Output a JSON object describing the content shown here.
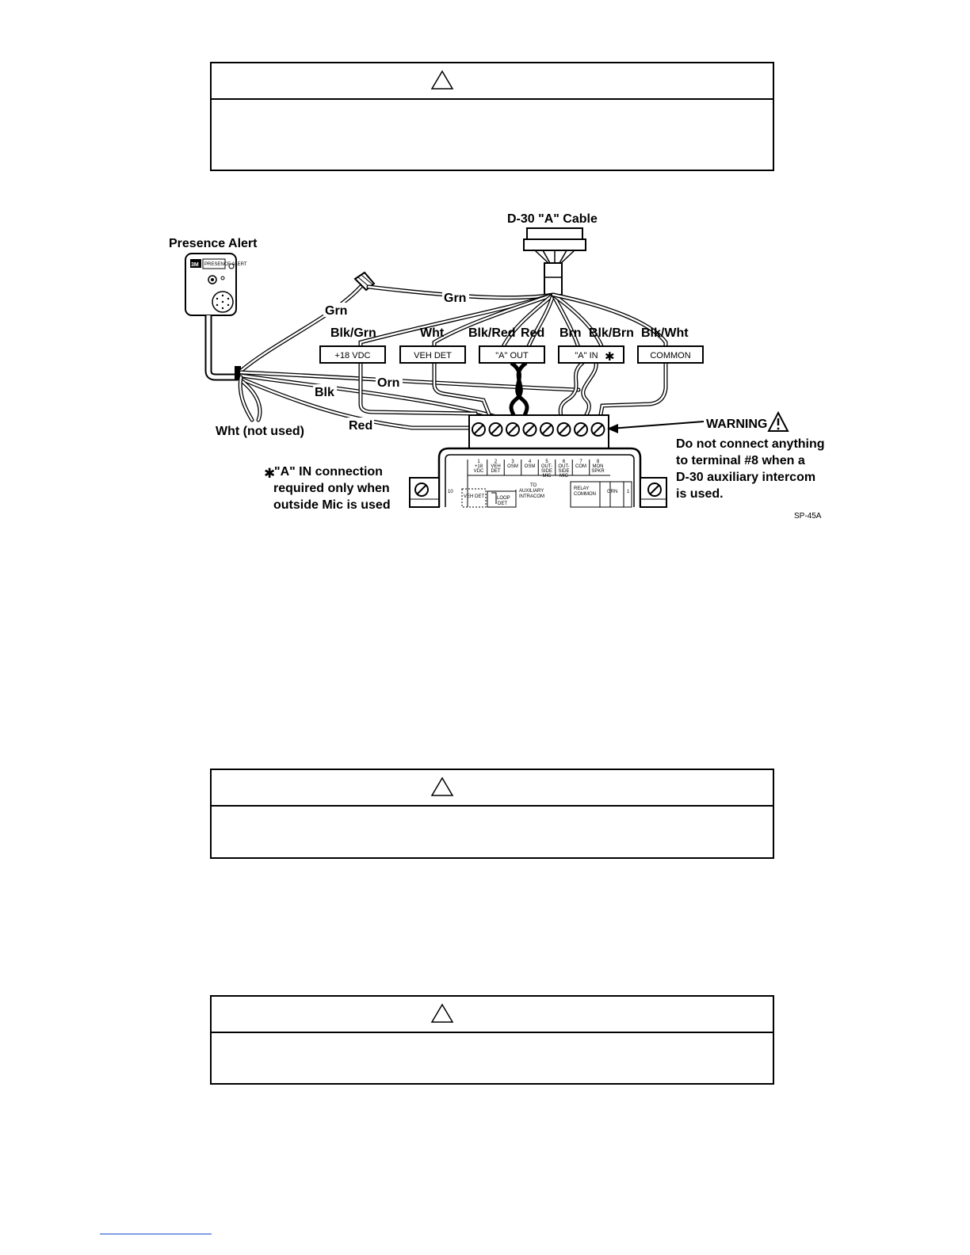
{
  "diagram": {
    "cable_label": "D-30 \"A\" Cable",
    "device_label": "Presence Alert",
    "device_logo": "3M",
    "device_text": "PRESENCE ALERT",
    "wire_labels": {
      "grn_top": "Grn",
      "grn_left": "Grn",
      "blkgrn": "Blk/Grn",
      "wht": "Wht",
      "blkred": "Blk/Red",
      "red_top": "Red",
      "brn": "Brn",
      "blkbrn": "Blk/Brn",
      "blkwht": "Blk/Wht",
      "orn": "Orn",
      "blk": "Blk",
      "red": "Red",
      "wht_unused": "Wht (not used)"
    },
    "terminal_tags": [
      "+18 VDC",
      "VEH DET",
      "\"A\" OUT",
      "\"A\" IN",
      "COMMON"
    ],
    "star": "✱",
    "warning_title": "WARNING",
    "warning_lines": [
      "Do not connect anything",
      "to terminal #8 when a",
      "D-30 auxiliary intercom",
      "is used."
    ],
    "note_lines": [
      "\"A\" IN connection",
      "required only when",
      "outside Mic is used"
    ],
    "figure_code": "SP-45A",
    "board": {
      "terminals": [
        [
          "1",
          "+18",
          "VDC"
        ],
        [
          "2",
          "VEH",
          "DET"
        ],
        [
          "3",
          "OSM"
        ],
        [
          "4",
          "OSM"
        ],
        [
          "5",
          "OUT-",
          "SIDE",
          "MIC"
        ],
        [
          "6",
          "OUT-",
          "SIDE",
          "MIC"
        ],
        [
          "7",
          "COM"
        ],
        [
          "8",
          "MON",
          "SPKR"
        ]
      ],
      "num10": "10",
      "vehdet": "VEH DET",
      "loop": "LOOP",
      "det": "DET",
      "to": "TO",
      "auxiliary": "AUXILIARY",
      "intracom": "INTRACOM",
      "relay": "RELAY",
      "common": "COMMON",
      "grn": "GRN",
      "num1": "1"
    }
  }
}
